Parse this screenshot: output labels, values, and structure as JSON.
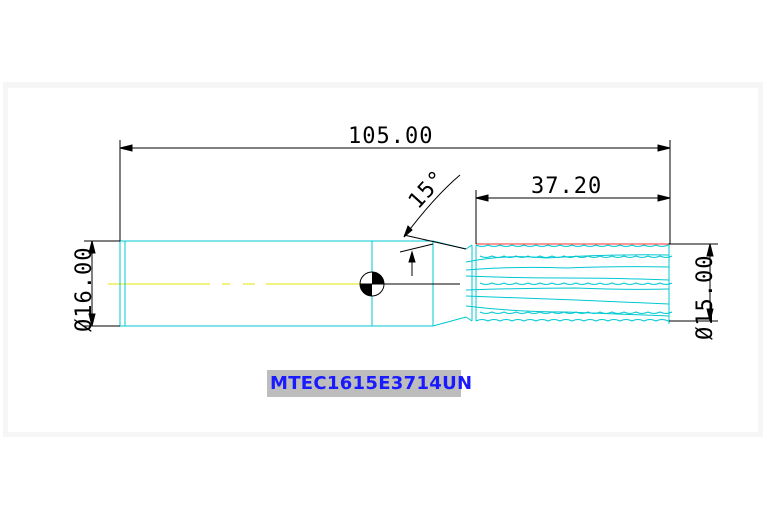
{
  "drawing": {
    "part_number": "MTEC1615E3714UN",
    "dimensions": {
      "overall_length": "105.00",
      "thread_length": "37.20",
      "shank_diameter": "Ø16.00",
      "thread_diameter": "Ø15.00",
      "chamfer_angle": "15°"
    },
    "colors": {
      "outline": "#00c8d2",
      "dimension": "#000000",
      "centerline": "#e6e600",
      "thread_top": "#ff3333",
      "label_text": "#1a1aff",
      "label_background": "#bdbdbd"
    }
  }
}
